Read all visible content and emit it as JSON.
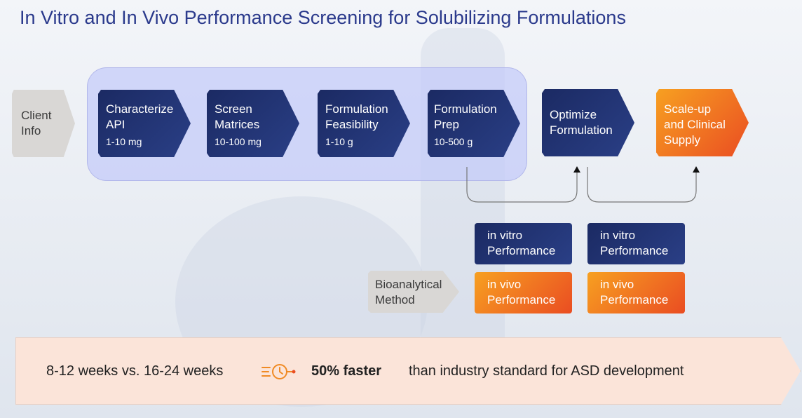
{
  "title": "In Vitro and In Vivo Performance Screening for Solubilizing Formulations",
  "steps": [
    {
      "label": "Client Info"
    },
    {
      "label": "Characterize API",
      "amount": "1-10 mg"
    },
    {
      "label": "Screen Matrices",
      "amount": "10-100 mg"
    },
    {
      "label": "Formulation Feasibility",
      "amount": "1-10 g"
    },
    {
      "label": "Formulation Prep",
      "amount": "10-500 g"
    },
    {
      "label": "Optimize Formulation"
    },
    {
      "label": "Scale-up and Clinical Supply"
    }
  ],
  "bioanalytical": "Bioanalytical Method",
  "performance": [
    {
      "in_vitro": "in vitro Performance",
      "in_vivo": "in vivo Performance"
    },
    {
      "in_vitro": "in vitro Performance",
      "in_vivo": "in vivo Performance"
    }
  ],
  "banner": {
    "timeline": "8-12 weeks vs. 16-24 weeks",
    "speed": "50% faster",
    "note": "than industry standard for ASD development",
    "icon": "fast-clock-icon"
  },
  "colors": {
    "navy": "#1b2a63",
    "orange": "#ea4d22",
    "title": "#2b3a8c"
  }
}
